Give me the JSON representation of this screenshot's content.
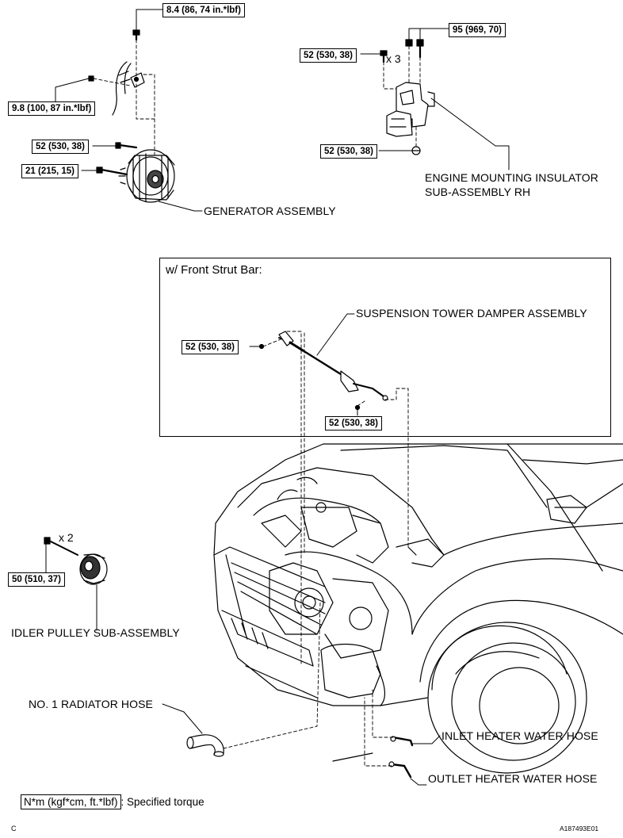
{
  "torque_specs": {
    "generator_wire_nut": "8.4 (86, 74 in.*lbf)",
    "generator_terminal_nut": "9.8 (100, 87 in.*lbf)",
    "generator_bolt_upper": "52 (530, 38)",
    "generator_bolt_lower": "21 (215, 15)",
    "mount_bolts": "52 (530, 38)",
    "mount_upper_nuts": "95 (969, 70)",
    "mount_lower_nut": "52 (530, 38)",
    "damper_left_nut": "52 (530, 38)",
    "damper_right_nut": "52 (530, 38)",
    "idler_pulley_bolt": "50 (510, 37)"
  },
  "quantities": {
    "mount_bolts": "x 3",
    "idler_pulley_bolts": "x 2"
  },
  "components": {
    "generator": "GENERATOR ASSEMBLY",
    "engine_mount_line1": "ENGINE MOUNTING INSULATOR",
    "engine_mount_line2": "SUB-ASSEMBLY RH",
    "damper": "SUSPENSION TOWER DAMPER ASSEMBLY",
    "idler_pulley": "IDLER PULLEY SUB-ASSEMBLY",
    "radiator_hose": "NO. 1 RADIATOR HOSE",
    "inlet_hose": "INLET HEATER WATER HOSE",
    "outlet_hose": "OUTLET HEATER WATER HOSE"
  },
  "inset": {
    "title": "w/ Front Strut Bar:"
  },
  "legend": {
    "unit_label": "N*m (kgf*cm, ft.*lbf)",
    "description": ": Specified torque"
  },
  "footer": {
    "left_code": "C",
    "figure_id": "A187493E01"
  }
}
